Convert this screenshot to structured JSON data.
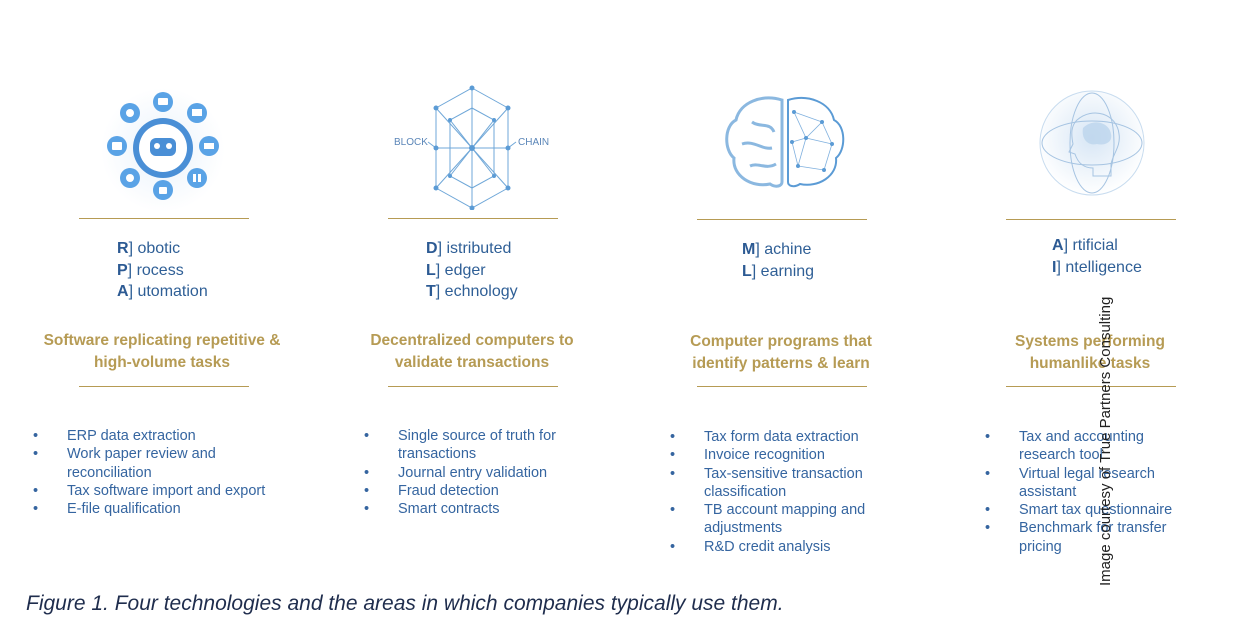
{
  "columns": [
    {
      "icon": "robot-gears-icon",
      "acronym": [
        {
          "letter": "R",
          "rest": "] obotic"
        },
        {
          "letter": "P",
          "rest": "] rocess"
        },
        {
          "letter": "A",
          "rest": "] utomation"
        }
      ],
      "description": [
        "Software replicating repetitive &",
        "high-volume tasks"
      ],
      "bullets": [
        "ERP data extraction",
        "Work paper review and reconciliation",
        "Tax software import and export",
        "E-file qualification"
      ]
    },
    {
      "icon": "blockchain-icon",
      "icon_labels": {
        "left": "BLOCK",
        "right": "CHAIN"
      },
      "acronym": [
        {
          "letter": "D",
          "rest": "] istributed"
        },
        {
          "letter": "L",
          "rest": "] edger"
        },
        {
          "letter": "T",
          "rest": "] echnology"
        }
      ],
      "description": [
        "Decentralized computers to",
        "validate transactions"
      ],
      "bullets": [
        "Single source of truth for transactions",
        "Journal entry validation",
        "Fraud detection",
        "Smart contracts"
      ]
    },
    {
      "icon": "brain-network-icon",
      "acronym": [
        {
          "letter": "M",
          "rest": "] achine"
        },
        {
          "letter": "L",
          "rest": "] earning"
        }
      ],
      "description": [
        "Computer programs that",
        "identify patterns & learn"
      ],
      "bullets": [
        "Tax form data extraction",
        "Invoice recognition",
        "Tax-sensitive transaction classification",
        "TB account mapping and adjustments",
        "R&D credit analysis"
      ]
    },
    {
      "icon": "ai-head-icon",
      "acronym": [
        {
          "letter": "A",
          "rest": "] rtificial"
        },
        {
          "letter": "I",
          "rest": "] ntelligence"
        }
      ],
      "description": [
        "Systems performing",
        "humanlike tasks"
      ],
      "bullets": [
        "Tax and accounting research tool",
        "Virtual legal research assistant",
        "Smart tax questionnaire",
        "Benchmark for transfer pricing"
      ]
    }
  ],
  "caption": "Figure 1. Four technologies and the areas in which companies typically use them.",
  "credit": "Image courtesy of True Partners Consulting",
  "colors": {
    "gold": "#b69b54",
    "blue": "#2f5f96",
    "icon_blue": "#5b9bd5"
  }
}
